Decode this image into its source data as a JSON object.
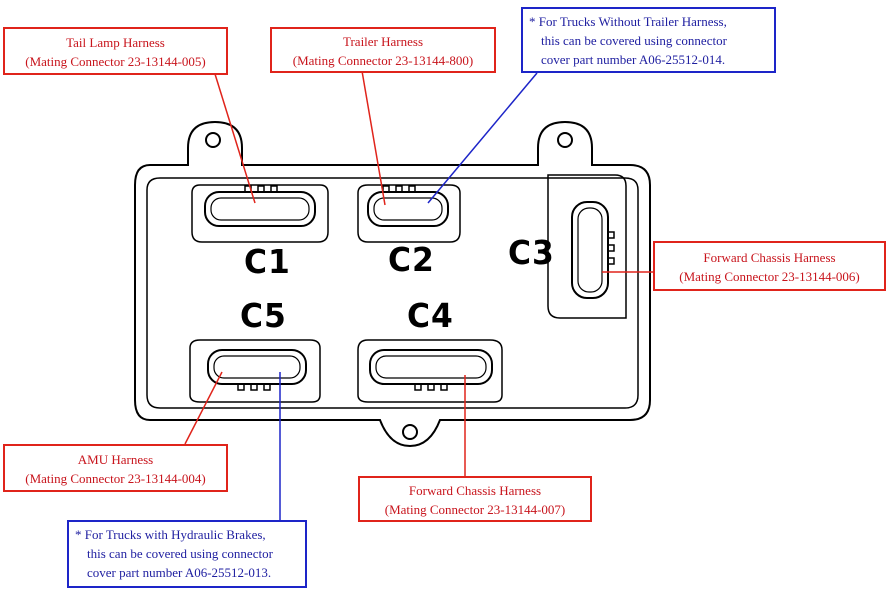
{
  "connectors": {
    "c1": "C1",
    "c2": "C2",
    "c3": "C3",
    "c4": "C4",
    "c5": "C5"
  },
  "callouts": {
    "tail_lamp": {
      "title": "Tail Lamp Harness",
      "mating": "(Mating Connector 23-13144-005)"
    },
    "trailer": {
      "title": "Trailer Harness",
      "mating": "(Mating Connector 23-13144-800)"
    },
    "trailer_note": {
      "line1": "* For Trucks Without Trailer Harness,",
      "line2": "this can be covered using connector",
      "line3": "cover part  number A06-25512-014."
    },
    "forward_chassis_c3": {
      "title": "Forward Chassis Harness",
      "mating": "(Mating Connector 23-13144-006)"
    },
    "amu": {
      "title": "AMU Harness",
      "mating": "(Mating Connector 23-13144-004)"
    },
    "forward_chassis_c4": {
      "title": "Forward Chassis Harness",
      "mating": "(Mating Connector 23-13144-007)"
    },
    "hydraulic_note": {
      "line1": "* For Trucks with Hydraulic Brakes,",
      "line2": "this can be covered using connector",
      "line3": "cover part number A06-25512-013."
    }
  },
  "colors": {
    "harness_callout": "#e0241b",
    "note_callout": "#1d25c8",
    "drawing": "#000000"
  }
}
